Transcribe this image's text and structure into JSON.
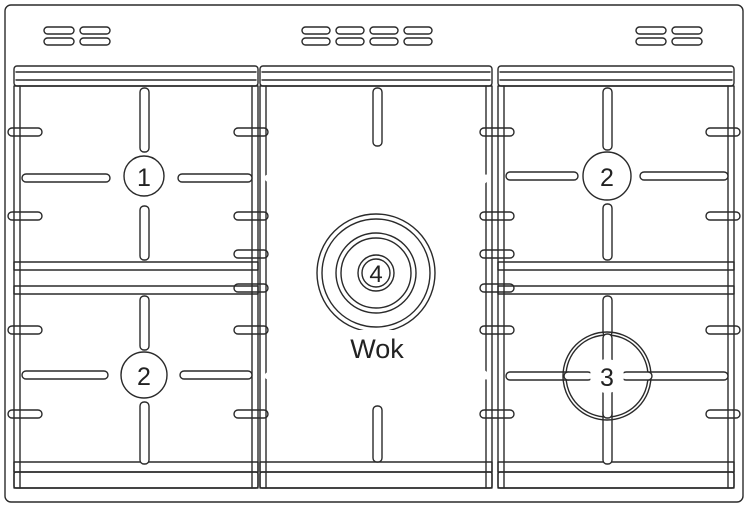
{
  "colors": {
    "line": "#2a2a2a",
    "background": "#ffffff"
  },
  "burners": [
    {
      "id": "b1",
      "label": "1"
    },
    {
      "id": "b2",
      "label": "2"
    },
    {
      "id": "b3",
      "label": "2"
    },
    {
      "id": "b4",
      "label": "3"
    },
    {
      "id": "wok",
      "label": "4",
      "caption": "Wok"
    }
  ]
}
